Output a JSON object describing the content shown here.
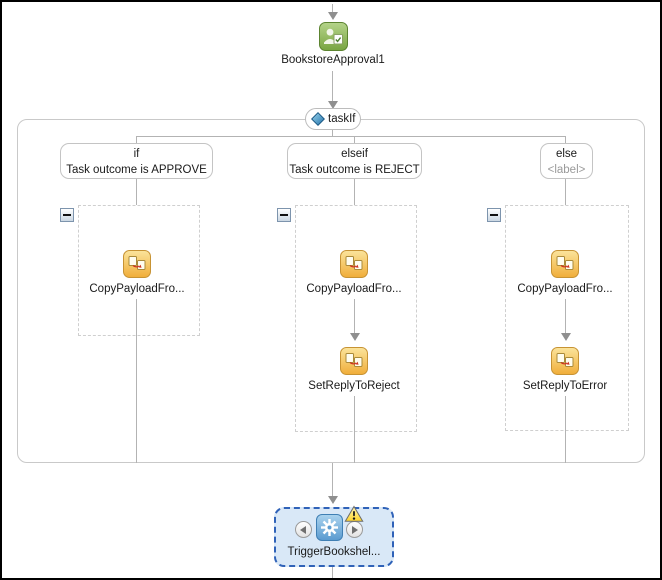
{
  "flow": {
    "start_task": {
      "label": "BookstoreApproval1",
      "icon": "human-task-icon"
    },
    "task_if": {
      "label": "taskIf",
      "icon": "if-diamond-icon"
    }
  },
  "branches": [
    {
      "condition_title": "if",
      "condition_text": "Task outcome is APPROVE",
      "activities": [
        {
          "label": "CopyPayloadFro...",
          "icon": "assign-icon"
        }
      ]
    },
    {
      "condition_title": "elseif",
      "condition_text": "Task outcome is REJECT",
      "activities": [
        {
          "label": "CopyPayloadFro...",
          "icon": "assign-icon"
        },
        {
          "label": "SetReplyToReject",
          "icon": "assign-icon"
        }
      ]
    },
    {
      "condition_title": "else",
      "condition_text": "<label>",
      "activities": [
        {
          "label": "CopyPayloadFro...",
          "icon": "assign-icon"
        },
        {
          "label": "SetReplyToError",
          "icon": "assign-icon"
        }
      ]
    }
  ],
  "end_activity": {
    "label": "TriggerBookshel...",
    "icon": "gear-icon",
    "has_warning": true,
    "selected": true
  },
  "colors": {
    "connector": "#b3b3b3",
    "arrowhead": "#8f8f8f",
    "container_border": "#c9c9c9",
    "scope_dashed_border": "#cfcfcf",
    "condition_box_border": "#c4c4c4",
    "placeholder_text": "#9a9a9a",
    "human_task_green": "#78a441",
    "assign_orange": "#f2b23e",
    "if_diamond_blue": "#2a7fb8",
    "selection_border_blue": "#2f62b8",
    "selection_fill_blue": "#d9e8f7",
    "warning_yellow": "#ffd42a"
  }
}
